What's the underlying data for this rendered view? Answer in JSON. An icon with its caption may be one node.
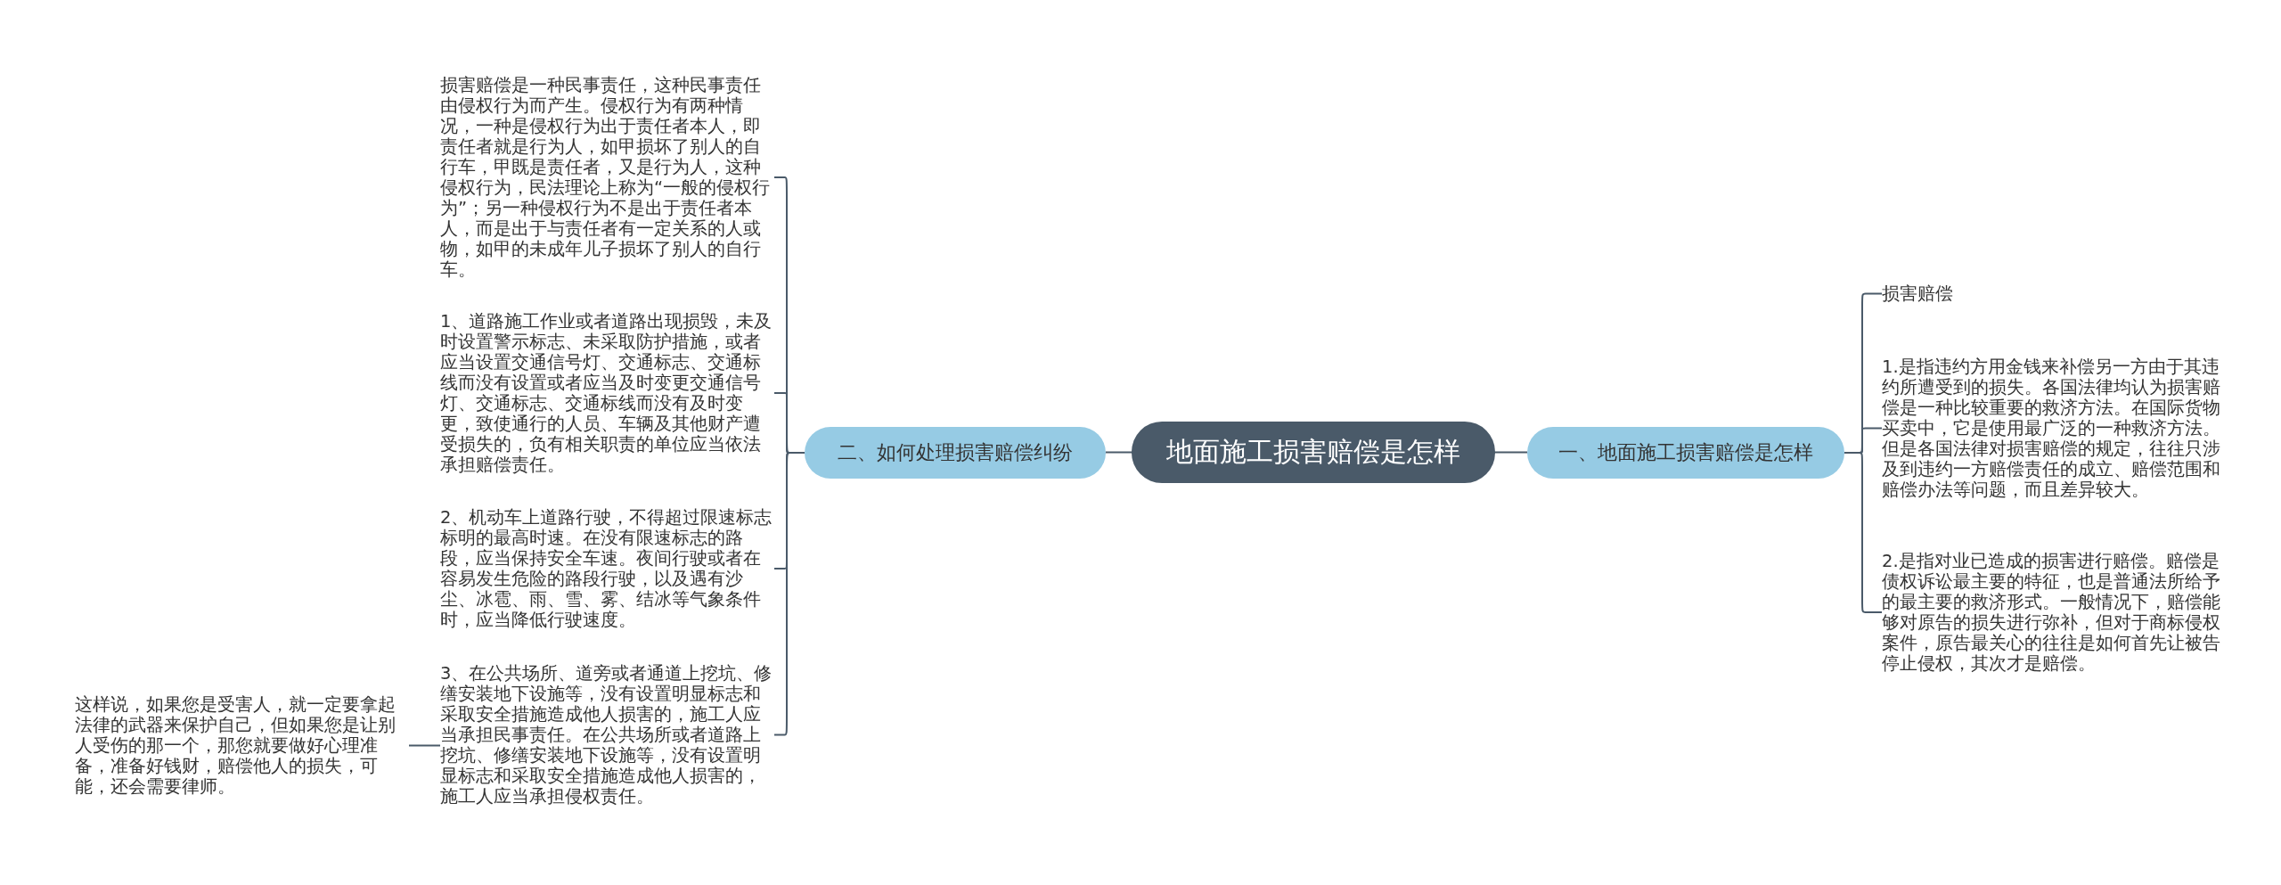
{
  "diagram": {
    "nodes": [
      {
        "text": [
          "地面施工损害赔偿是怎样"
        ]
      },
      {
        "text": [
          "二、如何处理损害赔偿纠纷"
        ]
      },
      {
        "text": [
          "损害赔偿是一种民事责任，这种民事责任由侵权行为而产生。侵权行为有两种情况，一种是侵权行为出于责任者本人，即责任者就是行为人，如甲损坏了别人的自行车，甲既是责任者，又是行为人，这种侵权行为，民法理论上称为“一般的侵权行为”；另一种侵权行为不是出于责任者本人，而是出于与责任者有一定关系的人或物，如甲的未成年儿子损坏了别人的自行车。"
        ]
      },
      {
        "text": [
          "1、道路施工作业或者道路出现损毁，未及时设置警示标志、未采取防护措施，或者应当设置交通信号灯、交通标志、交通标线而没有设置或者应当及时变更交通信号灯、交通标志、交通标线而没有及时变更，致使通行的人员、车辆及其他财产遭受损失的，负有相关职责的单位应当依法承担赔偿责任。"
        ]
      },
      {
        "text": [
          "2、机动车上道路行驶，不得超过限速标志标明的最高时速。在没有限速标志的路段，应当保持安全车速。夜间行驶或者在容易发生危险的路段行驶，以及遇有沙尘、冰雹、雨、雪、雾、结冰等气象条件时，应当降低行驶速度。"
        ]
      },
      {
        "text": [
          "3、在公共场所、道旁或者通道上挖坑、修缮安装地下设施等，没有设置明显标志和采取安全措施造成他人损害的，施工人应当承担民事责任。在公共场所或者道路上挖坑、修缮安装地下设施等，没有设置明显标志和采取安全措施造成他人损害的，施工人应当承担侵权责任。"
        ]
      },
      {
        "text": [
          "这样说，如果您是受害人，就一定要拿起法律的武器来保护自己，但如果您是让别人受伤的那一个，那您就要做好心理准备，准备好钱财，赔偿他人的损失，可能，还会需要律师。"
        ]
      },
      {
        "text": [
          "一、地面施工损害赔偿是怎样"
        ]
      },
      {
        "text": [
          "损害赔偿"
        ]
      },
      {
        "text": [
          "1.是指违约方用金钱来补偿另一方由于其违约所遭受到的损失。各国法律均认为损害赔偿是一种比较重要的救济方法。在国际货物买卖中，它是使用最广泛的一种救济方法。但是各国法律对损害赔偿的规定，往往只涉及到违约一方赔偿责任的成立、赔偿范围和赔偿办法等问题，而且差异较大。"
        ]
      },
      {
        "text": [
          "2.是指对业已造成的损害进行赔偿。赔偿是债权诉讼最主要的特征，也是普通法所给予的最主要的救济形式。一般情况下，赔偿能够对原告的损失进行弥补，但对于商标侵权案件，原告最关心的往往是如何首先让被告停止侵权，其次才是赔偿。"
        ]
      }
    ],
    "edges": [
      {
        "from": 0,
        "to": 1,
        "arrow": "none"
      },
      {
        "from": 1,
        "to": 2,
        "arrow": "none"
      },
      {
        "from": 1,
        "to": 3,
        "arrow": "none"
      },
      {
        "from": 1,
        "to": 4,
        "arrow": "none"
      },
      {
        "from": 1,
        "to": 5,
        "arrow": "none"
      },
      {
        "from": 5,
        "to": 6,
        "arrow": "none"
      },
      {
        "from": 0,
        "to": 7,
        "arrow": "none"
      },
      {
        "from": 7,
        "to": 8,
        "arrow": "none"
      },
      {
        "from": 7,
        "to": 9,
        "arrow": "none"
      },
      {
        "from": 7,
        "to": 10,
        "arrow": "none"
      }
    ]
  }
}
